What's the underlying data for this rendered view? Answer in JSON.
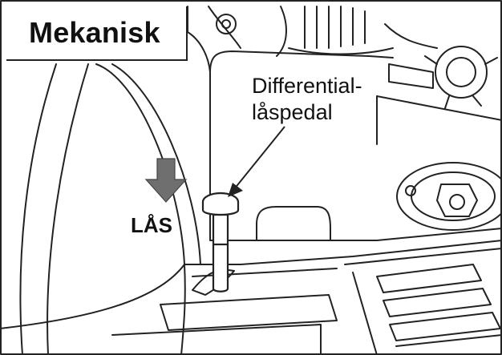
{
  "title": "Mekanisk",
  "callout": {
    "line1": "Differential-",
    "line2": "låspedal"
  },
  "lock_label": "LÅS",
  "colors": {
    "line": "#222222",
    "arrow": "#6f6f6f",
    "background": "#ffffff"
  }
}
